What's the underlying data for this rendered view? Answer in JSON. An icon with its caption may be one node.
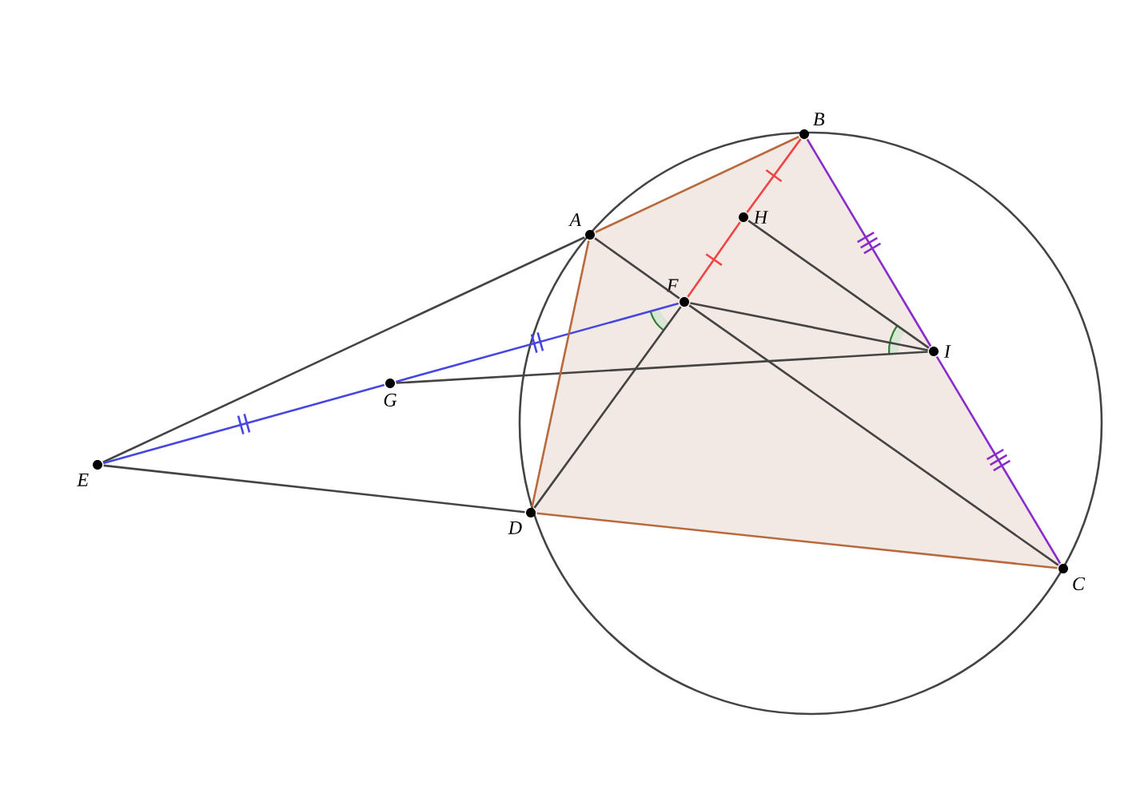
{
  "diagram": {
    "nodes": [
      {
        "text": [
          "B"
        ]
      },
      {
        "text": [
          "H"
        ]
      },
      {
        "text": [
          "A"
        ]
      },
      {
        "text": [
          "F"
        ]
      },
      {
        "text": [
          "I"
        ]
      },
      {
        "text": [
          "G"
        ]
      },
      {
        "text": [
          "E"
        ]
      },
      {
        "text": [
          "D"
        ]
      },
      {
        "text": [
          "C"
        ]
      }
    ],
    "edges": [
      {
        "from": 6,
        "to": 2,
        "arrow": "none"
      },
      {
        "from": 6,
        "to": 7,
        "arrow": "none"
      },
      {
        "from": 6,
        "to": 5,
        "arrow": "none",
        "color": "#4646e0"
      },
      {
        "from": 5,
        "to": 3,
        "arrow": "none",
        "color": "#4646e0"
      },
      {
        "from": 5,
        "to": 4,
        "arrow": "none"
      },
      {
        "from": 2,
        "to": 0,
        "arrow": "none",
        "color": "#b8693d"
      },
      {
        "from": 2,
        "to": 7,
        "arrow": "none",
        "color": "#b8693d"
      },
      {
        "from": 7,
        "to": 8,
        "arrow": "none",
        "color": "#b8693d"
      },
      {
        "from": 0,
        "to": 4,
        "arrow": "none",
        "color": "#8a2ccc"
      },
      {
        "from": 4,
        "to": 8,
        "arrow": "none",
        "color": "#8a2ccc"
      },
      {
        "from": 0,
        "to": 1,
        "arrow": "none",
        "color": "#f04545"
      },
      {
        "from": 1,
        "to": 3,
        "arrow": "none",
        "color": "#f04545"
      },
      {
        "from": 3,
        "to": 7,
        "arrow": "none"
      },
      {
        "from": 2,
        "to": 3,
        "arrow": "none"
      },
      {
        "from": 3,
        "to": 8,
        "arrow": "none"
      },
      {
        "from": 3,
        "to": 4,
        "arrow": "none"
      },
      {
        "from": 1,
        "to": 4,
        "arrow": "none"
      }
    ]
  }
}
